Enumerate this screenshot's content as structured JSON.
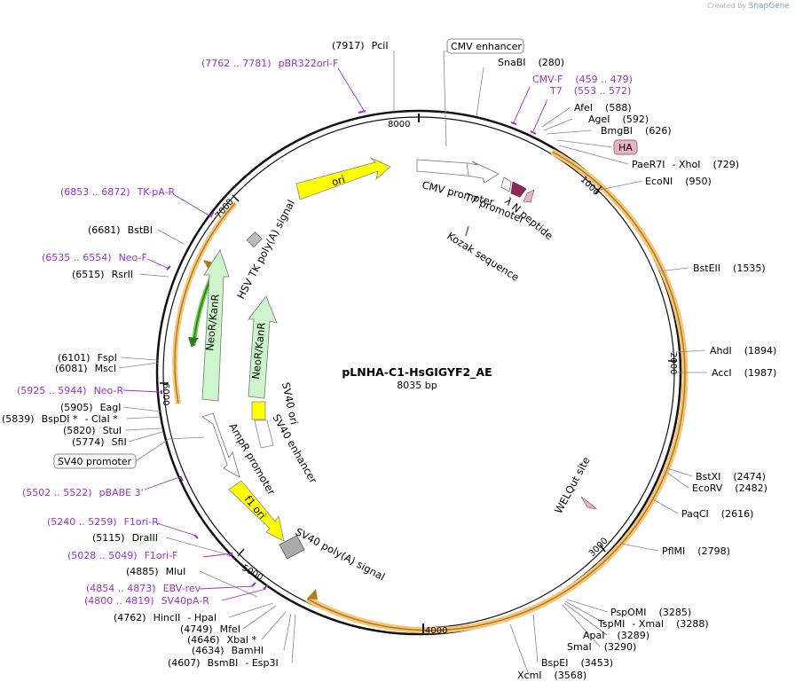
{
  "credit": {
    "created_by": "Created by",
    "brand": "SnapGene"
  },
  "plasmid": {
    "name": "pLNHA-C1-HsGIGYF2_AE",
    "length": "8035 bp"
  },
  "ticks": [
    "1000",
    "2000",
    "3000",
    "4000",
    "5000",
    "6000",
    "7000",
    "8000"
  ],
  "enzymes": {
    "PciI": {
      "name": "PciI",
      "pos": "(7917)"
    },
    "SnaBI": {
      "name": "SnaBI",
      "pos": "(280)"
    },
    "AfeI": {
      "name": "AfeI",
      "pos": "(588)"
    },
    "AgeI": {
      "name": "AgeI",
      "pos": "(592)"
    },
    "BmgBI": {
      "name": "BmgBI",
      "pos": "(626)"
    },
    "PaeR7I": {
      "name": "PaeR7I",
      "sep": "- ",
      "name2": "XhoI",
      "pos": "(729)"
    },
    "EcoNI": {
      "name": "EcoNI",
      "pos": "(950)"
    },
    "BstEII": {
      "name": "BstEII",
      "pos": "(1535)"
    },
    "AhdI": {
      "name": "AhdI",
      "pos": "(1894)"
    },
    "AccI": {
      "name": "AccI",
      "pos": "(1987)"
    },
    "BstXI": {
      "name": "BstXI",
      "pos": "(2474)"
    },
    "EcoRV": {
      "name": "EcoRV",
      "pos": "(2482)"
    },
    "PaqCI": {
      "name": "PaqCI",
      "pos": "(2616)"
    },
    "PflMI": {
      "name": "PflMI",
      "pos": "(2798)"
    },
    "PspOMI": {
      "name": "PspOMI",
      "pos": "(3285)"
    },
    "TspMI": {
      "name": "TspMI",
      "sep": "- ",
      "name2": "XmaI",
      "pos": "(3288)"
    },
    "ApaI": {
      "name": "ApaI",
      "pos": "(3289)"
    },
    "SmaI": {
      "name": "SmaI",
      "pos": "(3290)"
    },
    "BspEI": {
      "name": "BspEI",
      "pos": "(3453)"
    },
    "XcmI": {
      "name": "XcmI",
      "pos": "(3568)"
    },
    "BsmBI": {
      "pos": "(4607)",
      "name": "BsmBI",
      "sep": "- ",
      "name2": "Esp3I"
    },
    "BamHI": {
      "pos": "(4634)",
      "name": "BamHI"
    },
    "XbaI": {
      "pos": "(4646)",
      "name": "XbaI *"
    },
    "MfeI": {
      "pos": "(4749)",
      "name": "MfeI"
    },
    "HincII": {
      "pos": "(4762)",
      "name": "HincII",
      "sep": "- ",
      "name2": "HpaI"
    },
    "MluI": {
      "pos": "(4885)",
      "name": "MluI"
    },
    "DraIII": {
      "pos": "(5115)",
      "name": "DraIII"
    },
    "SfiI": {
      "pos": "(5774)",
      "name": "SfiI"
    },
    "StuI": {
      "pos": "(5820)",
      "name": "StuI"
    },
    "BspDI": {
      "pos": "(5839)",
      "name": "BspDI *",
      "sep": "- ",
      "name2": "ClaI *"
    },
    "EagI": {
      "pos": "(5905)",
      "name": "EagI"
    },
    "MscI": {
      "pos": "(6081)",
      "name": "MscI"
    },
    "FspI": {
      "pos": "(6101)",
      "name": "FspI"
    },
    "RsrII": {
      "pos": "(6515)",
      "name": "RsrII"
    },
    "BstBI": {
      "pos": "(6681)",
      "name": "BstBI"
    }
  },
  "primers": {
    "pBR322ori_F": {
      "range": "(7762 .. 7781)",
      "name": "pBR322ori-F"
    },
    "CMV_F": {
      "name": "CMV-F",
      "range": "(459 .. 479)"
    },
    "T7": {
      "name": "T7",
      "range": "(553 .. 572)"
    },
    "TK_pA_R": {
      "range": "(6853 .. 6872)",
      "name": "TK-pA-R"
    },
    "Neo_F": {
      "range": "(6535 .. 6554)",
      "name": "Neo-F"
    },
    "Neo_R": {
      "range": "(5925 .. 5944)",
      "name": "Neo-R"
    },
    "pBABE3": {
      "range": "(5502 .. 5522)",
      "name": "pBABE 3'"
    },
    "F1ori_R": {
      "range": "(5240 .. 5259)",
      "name": "F1ori-R"
    },
    "F1ori_F": {
      "range": "(5028 .. 5049)",
      "name": "F1ori-F"
    },
    "EBV_rev": {
      "range": "(4854 .. 4873)",
      "name": "EBV-rev"
    },
    "SV40pA_R": {
      "range": "(4800 .. 4819)",
      "name": "SV40pA-R"
    }
  },
  "boxed_features": {
    "cmv_enhancer": "CMV enhancer",
    "ha": "HA",
    "sv40_promoter": "SV40 promoter"
  },
  "features": {
    "ori": "ori",
    "cmv_promoter": "CMV promoter",
    "t7_promoter": "T7 promoter",
    "lambda_n": "λ N peptide",
    "kozak": "Kozak sequence",
    "hsv_tk": "HSV TK poly(A) signal",
    "neor_outer": "NeoR/KanR",
    "neor_inner": "NeoR/KanR",
    "sv40_ori": "SV40 ori",
    "sv40_enhancer": "SV40 enhancer",
    "ampr_promoter": "AmpR promoter",
    "f1_ori": "f1 ori",
    "sv40_polya": "SV40 poly(A) signal",
    "welqut": "WELQut site"
  },
  "colors": {
    "backbone": "#111111",
    "insert": "#f2b04a",
    "ori": "#ffff00",
    "neo": "#ccf5cc",
    "primer": "#9933cc",
    "lambda": "#8a2a5a",
    "ha": "#e8b4c0"
  }
}
